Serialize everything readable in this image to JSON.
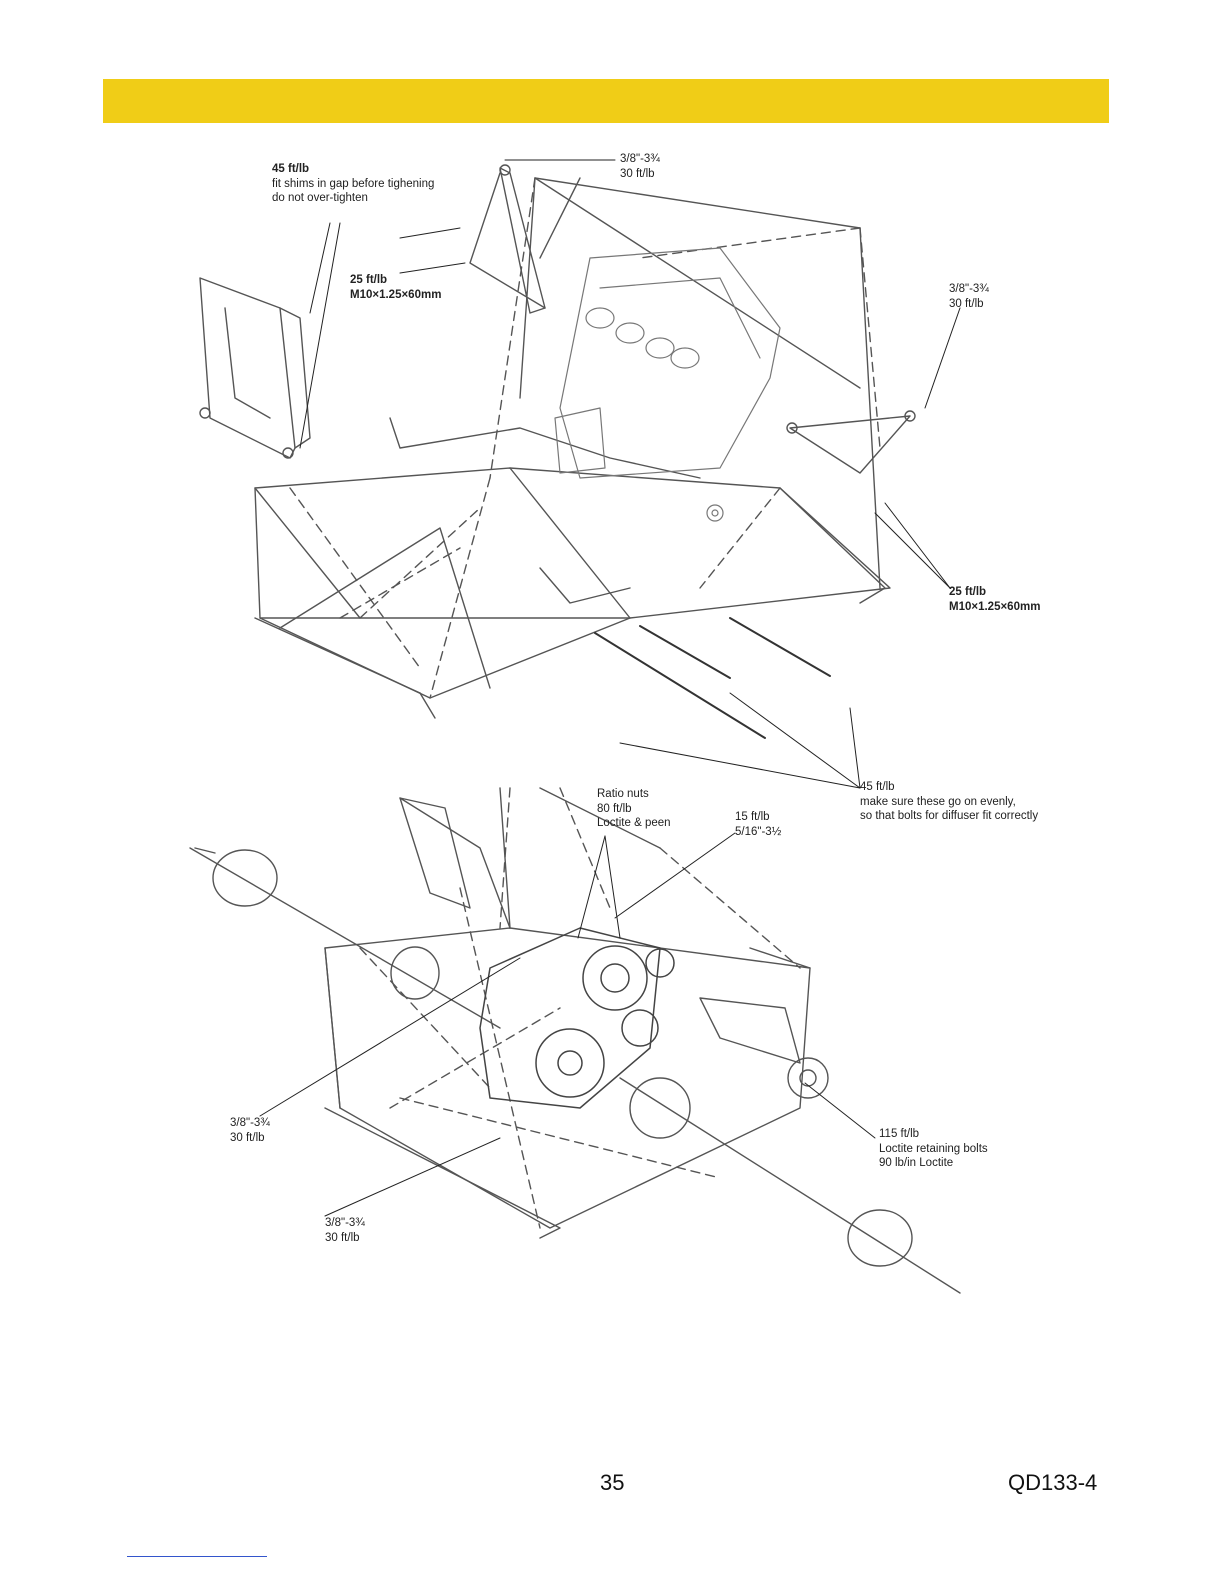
{
  "header_bar": {
    "color": "#F0CD17"
  },
  "figure": {
    "top_view": {
      "callouts": {
        "upper_left": {
          "line1": "45 ft/lb",
          "line2": "fit shims in gap before tighening",
          "line3": "do not over-tighten"
        },
        "top_center": {
          "line1": "3/8\"-3¾",
          "line2": "30 ft/lb"
        },
        "mid_left": {
          "line1": "25 ft/lb",
          "line2": "M10×1.25×60mm"
        },
        "right_upper": {
          "line1": "3/8\"-3¾",
          "line2": "30 ft/lb"
        },
        "right_lower": {
          "line1": "25 ft/lb",
          "line2": "M10×1.25×60mm"
        },
        "tie_rods": {
          "line1": "45 ft/lb",
          "line2": "make sure these go on evenly,",
          "line3": "so that bolts for diffuser fit correctly"
        }
      }
    },
    "bottom_view": {
      "callouts": {
        "ratio_nuts": {
          "line1": "Ratio nuts",
          "line2": "80 ft/lb",
          "line3": "Loctite & peen"
        },
        "small_bolt": {
          "line1": "15 ft/lb",
          "line2": "5/16\"-3½"
        },
        "left_upper": {
          "line1": "3/8\"-3¾",
          "line2": "30 ft/lb"
        },
        "left_lower": {
          "line1": "3/8\"-3¾",
          "line2": "30 ft/lb"
        },
        "hub": {
          "line1": "115 ft/lb",
          "line2": "Loctite retaining bolts",
          "line3": "90 lb/in Loctite"
        }
      }
    }
  },
  "footer": {
    "page_number": "35",
    "doc_code": "QD133-4"
  }
}
